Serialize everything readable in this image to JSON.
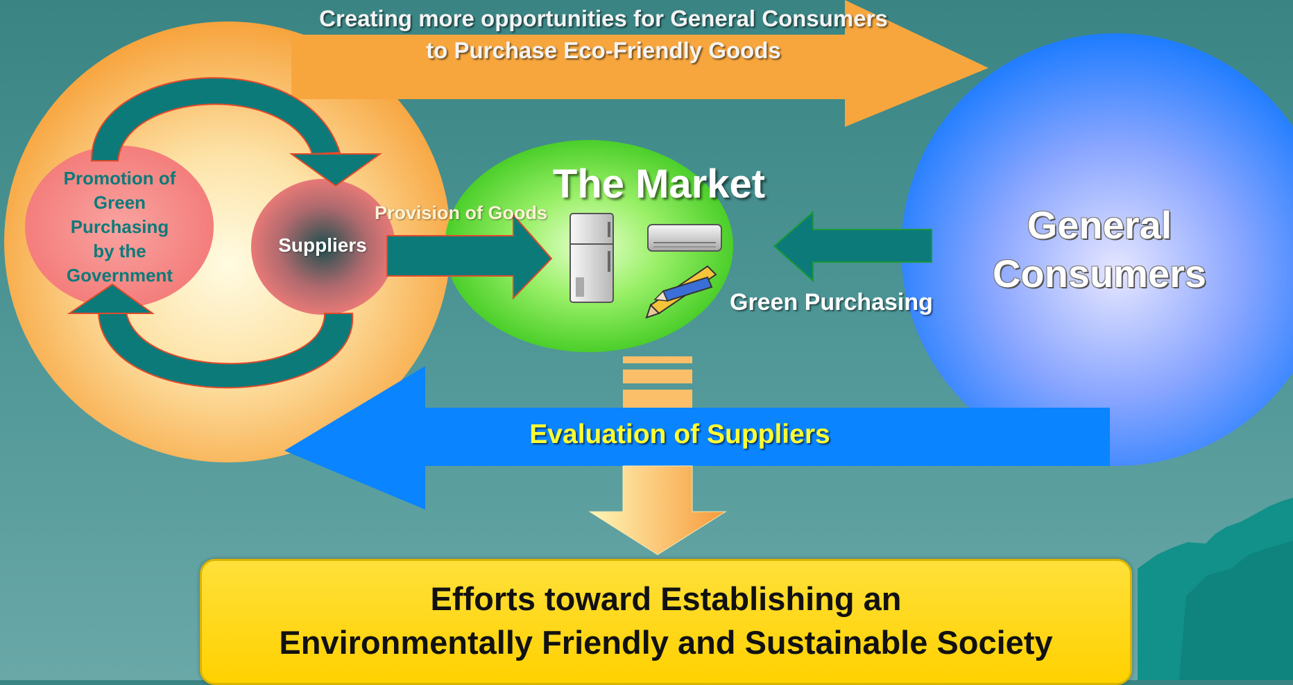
{
  "diagram": {
    "top_arrow_caption": [
      "Creating more opportunities for General Consumers",
      "to Purchase Eco-Friendly Goods"
    ],
    "government_circle": [
      "Promotion of",
      "Green",
      "Purchasing",
      "by the",
      "Government"
    ],
    "suppliers_label": "Suppliers",
    "provision_label": "Provision of Goods",
    "market_title": "The Market",
    "green_purchasing_label": "Green Purchasing",
    "consumers_label": [
      "General",
      "Consumers"
    ],
    "evaluation_label": "Evaluation of Suppliers",
    "outcome": [
      "Efforts toward Establishing an",
      "Environmentally Friendly and Sustainable Society"
    ]
  },
  "icons": [
    "refrigerator-icon",
    "air-conditioner-icon",
    "pencil-icon"
  ],
  "colors": {
    "background": "#3a8484",
    "orange_circle": "#f7a33c",
    "government_circle": "#f68a8a",
    "teal_arrows": "#0d7a7a",
    "market_green": "#44cc22",
    "consumers_blue": "#1177ff",
    "evaluation_arrow": "#0a84ff",
    "evaluation_text": "#ffff33",
    "outcome_box": "#ffd700"
  }
}
